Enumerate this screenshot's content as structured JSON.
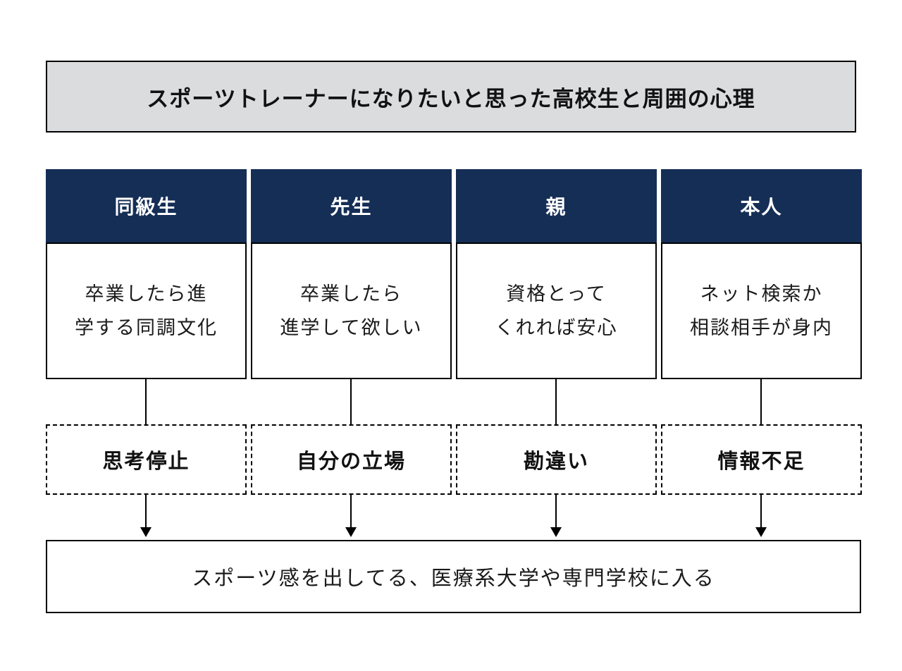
{
  "title_box": {
    "text": "スポーツトレーナーになりたいと思った高校生と周囲の心理"
  },
  "columns": [
    {
      "header": "同級生",
      "body_lines": [
        "卒業したら進",
        "学する同調文化"
      ],
      "factor": "思考停止"
    },
    {
      "header": "先生",
      "body_lines": [
        "卒業したら",
        "進学して欲しい"
      ],
      "factor": "自分の立場"
    },
    {
      "header": "親",
      "body_lines": [
        "資格とって",
        "くれれば安心"
      ],
      "factor": "勘違い"
    },
    {
      "header": "本人",
      "body_lines": [
        "ネット検索か",
        "相談相手が身内"
      ],
      "factor": "情報不足"
    }
  ],
  "conclusion_box": {
    "text": "スポーツ感を出してる、医療系大学や専門学校に入る"
  },
  "colors": {
    "header_bg": "#152e56",
    "header_text": "#ffffff",
    "title_bg": "#dbdcde",
    "line": "#000000",
    "background": "#ffffff"
  }
}
